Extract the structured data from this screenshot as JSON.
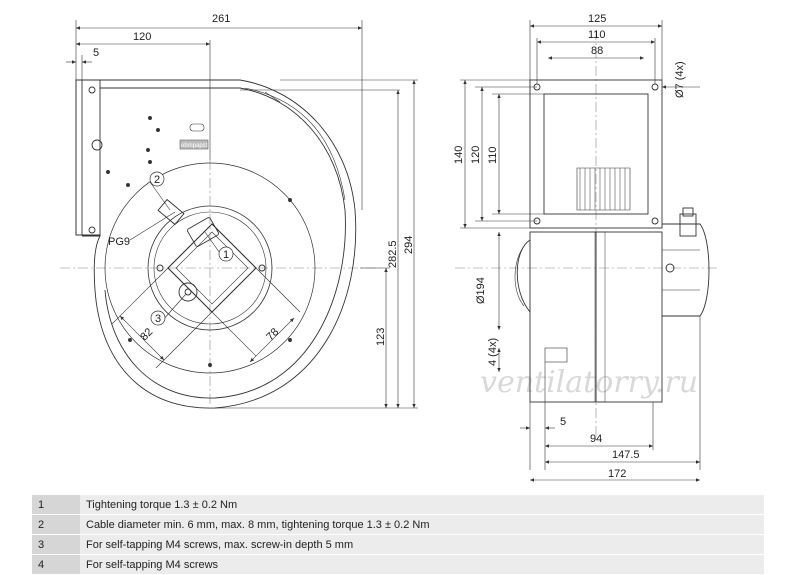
{
  "dimensions": {
    "overall_width": "261",
    "width_120": "120",
    "offset_5_top": "5",
    "dim_82": "82",
    "dim_78": "78",
    "height_123": "123",
    "height_282_5": "282.5",
    "height_294": "294",
    "side_125": "125",
    "side_110_top": "110",
    "side_88": "88",
    "hole": "Ø7 (4x)",
    "side_140": "140",
    "side_120": "120",
    "side_110_v": "110",
    "diameter_194": "Ø194",
    "side_4x": "4 (4x)",
    "bottom_5": "5",
    "bottom_94": "94",
    "bottom_147_5": "147.5",
    "bottom_172": "172"
  },
  "callouts": {
    "c1": "1",
    "c2": "2",
    "c3": "3",
    "pg9": "PG9",
    "brand_plate": "ebmpapst"
  },
  "watermark": "ventilatorry.ru",
  "legend": [
    {
      "num": "1",
      "text": "Tightening torque 1.3 ± 0.2 Nm"
    },
    {
      "num": "2",
      "text": "Cable diameter min. 6 mm, max. 8 mm, tightening torque 1.3 ± 0.2 Nm"
    },
    {
      "num": "3",
      "text": "For self-tapping M4 screws, max. screw-in depth 5 mm"
    },
    {
      "num": "4",
      "text": "For self-tapping M4 screws"
    }
  ]
}
